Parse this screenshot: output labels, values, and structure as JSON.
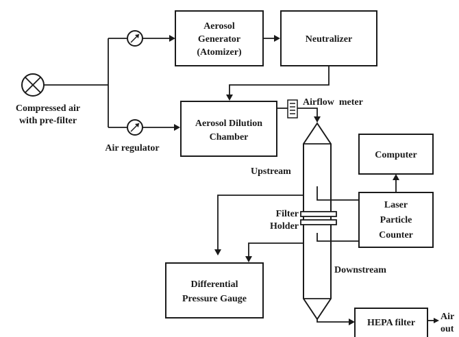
{
  "compressed_air": {
    "line1": "Compressed air",
    "line2": "with pre-filter"
  },
  "air_regulator": "Air regulator",
  "aerosol_generator": {
    "line1": "Aerosol",
    "line2": "Generator",
    "line3": "(Atomizer)"
  },
  "neutralizer": "Neutralizer",
  "dilution_chamber": {
    "line1": "Aerosol Dilution",
    "line2": "Chamber"
  },
  "airflow_meter": "Airflow  meter",
  "computer": "Computer",
  "upstream": "Upstream",
  "downstream": "Downstream",
  "filter_holder": {
    "line1": "Filter",
    "line2": "Holder"
  },
  "particle_counter": {
    "line1": "Laser",
    "line2": "Particle",
    "line3": "Counter"
  },
  "pressure_gauge": {
    "line1": "Differential",
    "line2": "Pressure Gauge"
  },
  "hepa_filter": "HEPA filter",
  "air_out": {
    "line1": "Air",
    "line2": "out"
  }
}
